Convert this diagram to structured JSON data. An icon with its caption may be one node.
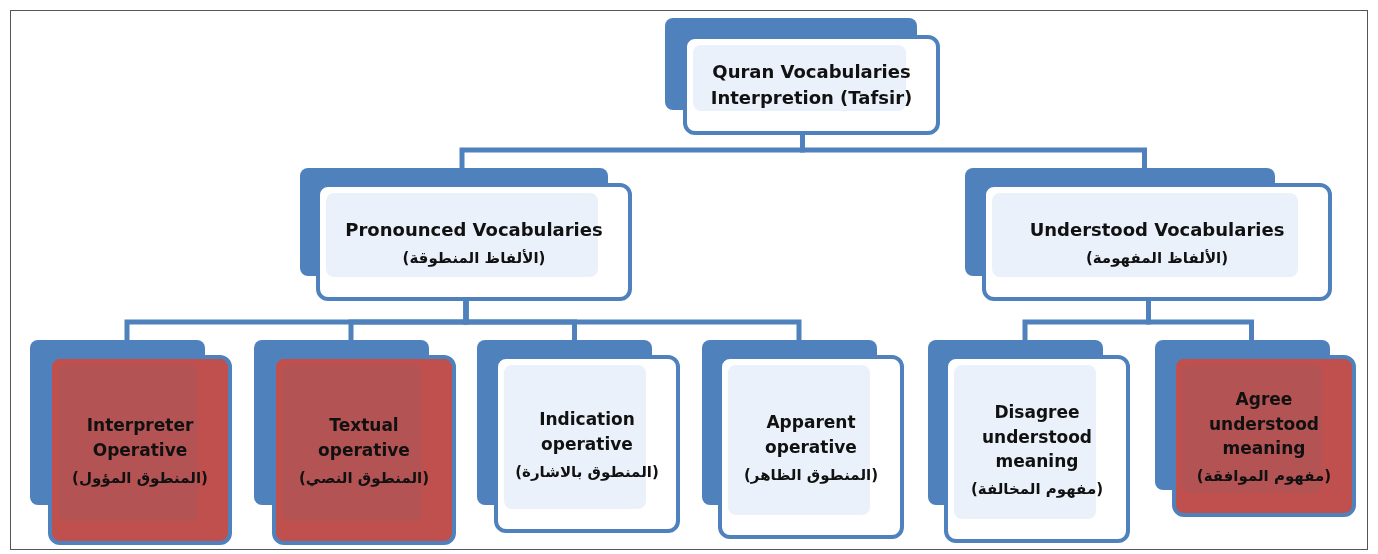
{
  "diagram": {
    "nodes": [
      {
        "text": [
          "Quran Vocabularies Interpretion (Tafsir)"
        ]
      },
      {
        "text": [
          "Pronounced Vocabularies",
          "(الألفاظ المنطوقة)"
        ]
      },
      {
        "text": [
          "Understood Vocabularies",
          "(الألفاظ المفهومة)"
        ]
      },
      {
        "text": [
          "Interpreter Operative",
          "(المنطوق المؤول)"
        ]
      },
      {
        "text": [
          "Textual operative",
          "(المنطوق النصي)"
        ]
      },
      {
        "text": [
          "Indication operative",
          "(المنطوق بالاشارة)"
        ]
      },
      {
        "text": [
          "Apparent operative",
          "(المنطوق الظاهر)"
        ]
      },
      {
        "text": [
          "Disagree understood meaning",
          "(مفهوم المخالفة)"
        ]
      },
      {
        "text": [
          "Agree understood meaning",
          "(مفهوم الموافقة)"
        ]
      }
    ],
    "edges": [
      {
        "from": 0,
        "to": 1,
        "arrow": "none"
      },
      {
        "from": 0,
        "to": 2,
        "arrow": "none"
      },
      {
        "from": 1,
        "to": 3,
        "arrow": "none"
      },
      {
        "from": 1,
        "to": 4,
        "arrow": "none"
      },
      {
        "from": 1,
        "to": 5,
        "arrow": "none"
      },
      {
        "from": 1,
        "to": 6,
        "arrow": "none"
      },
      {
        "from": 2,
        "to": 7,
        "arrow": "none"
      },
      {
        "from": 2,
        "to": 8,
        "arrow": "none"
      }
    ]
  }
}
